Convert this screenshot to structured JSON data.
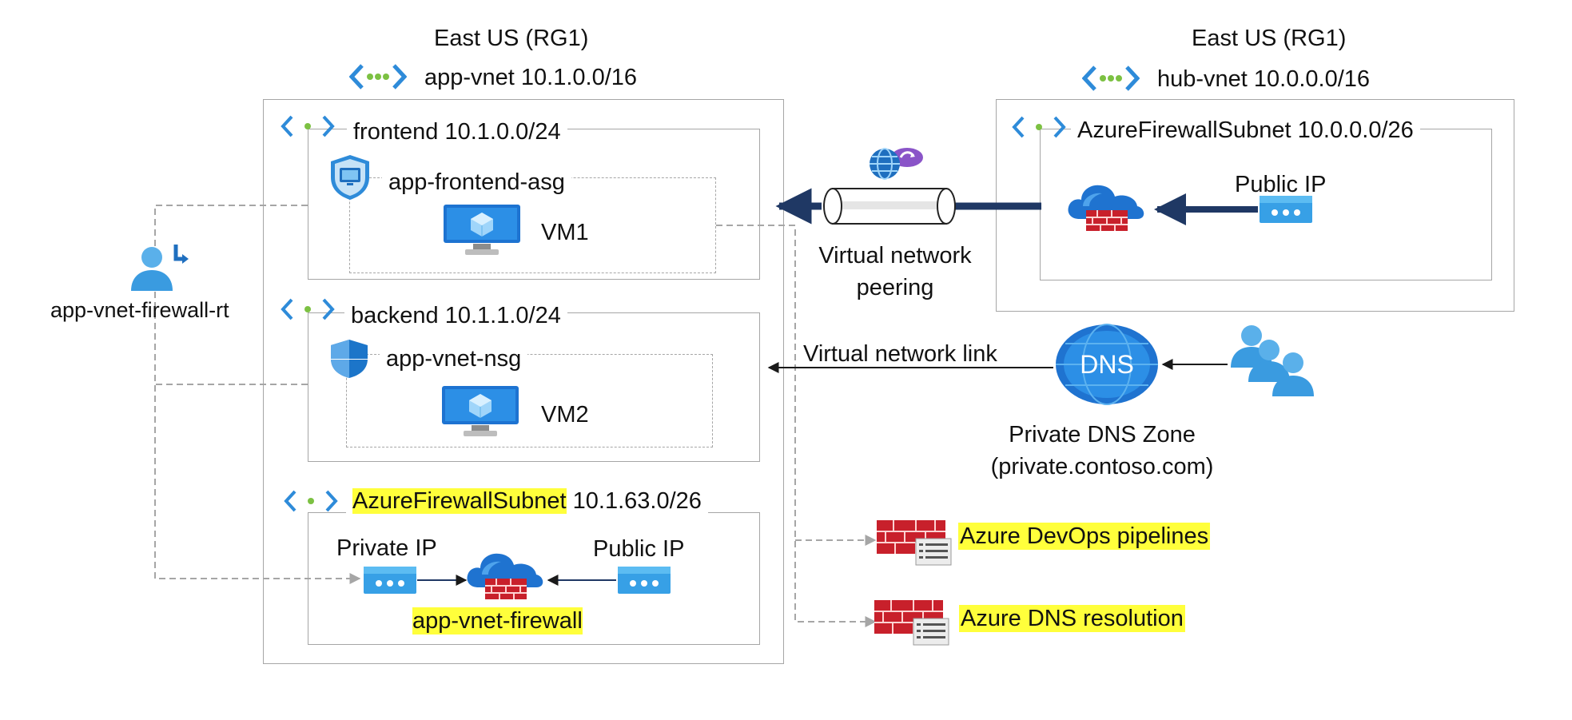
{
  "app_region": {
    "region_label": "East US (RG1)",
    "vnet_label": "app-vnet 10.1.0.0/16"
  },
  "hub_region": {
    "region_label": "East US (RG1)",
    "vnet_label": "hub-vnet 10.0.0.0/16"
  },
  "frontend_subnet": {
    "label": "frontend 10.1.0.0/24",
    "asg_label": "app-frontend-asg",
    "vm_label": "VM1"
  },
  "backend_subnet": {
    "label": "backend 10.1.1.0/24",
    "nsg_label": "app-vnet-nsg",
    "vm_label": "VM2"
  },
  "app_firewall_subnet": {
    "name_label": "AzureFirewallSubnet",
    "cidr_label": "10.1.63.0/26",
    "private_ip_label": "Private IP",
    "public_ip_label": "Public IP",
    "firewall_label": "app-vnet-firewall"
  },
  "hub_firewall_subnet": {
    "label": "AzureFirewallSubnet 10.0.0.0/26",
    "public_ip_label": "Public IP"
  },
  "route_table": {
    "label": "app-vnet-firewall-rt"
  },
  "peering": {
    "label_line1": "Virtual network",
    "label_line2": "peering"
  },
  "dns": {
    "link_label": "Virtual network link",
    "zone_label_line1": "Private DNS Zone",
    "zone_label_line2": "(private.contoso.com)",
    "icon_text": "DNS"
  },
  "rules": {
    "devops_label": "Azure DevOps pipelines",
    "dns_resolution_label": "Azure DNS resolution"
  },
  "colors": {
    "highlight": "#ffff3b",
    "azure_blue": "#0078d4",
    "firewall_red": "#c8202b",
    "arrow_navy": "#1f3864",
    "border_gray": "#a6a6a6"
  }
}
